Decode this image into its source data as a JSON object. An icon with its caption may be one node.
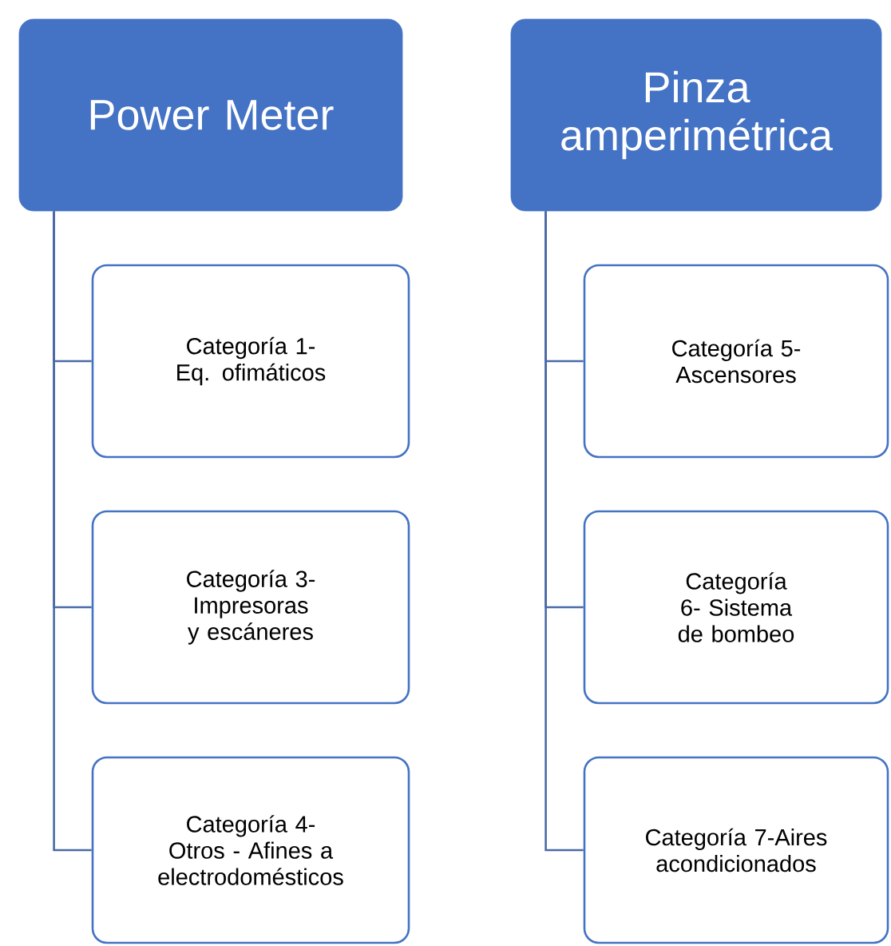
{
  "diagram": {
    "nodes": [
      {
        "text": [
          "Power Meter"
        ]
      },
      {
        "text": [
          "Categoría 1-Eq. ofimáticos"
        ]
      },
      {
        "text": [
          "Categoría 3- Impresoras y escáneres"
        ]
      },
      {
        "text": [
          "Categoría 4-Otros - Afines a electrodomésticos"
        ]
      },
      {
        "text": [
          "Pinza amperimétrica"
        ]
      },
      {
        "text": [
          "Categoría 5- Ascensores"
        ]
      },
      {
        "text": [
          "Categoría 6- Sistema de bombeo"
        ]
      },
      {
        "text": [
          "Categoría 7-Aires acondicionados"
        ]
      }
    ],
    "edges": [
      {
        "from": 0,
        "to": 1,
        "arrow": "none"
      },
      {
        "from": 0,
        "to": 2,
        "arrow": "none"
      },
      {
        "from": 0,
        "to": 3,
        "arrow": "none"
      },
      {
        "from": 4,
        "to": 5,
        "arrow": "none"
      },
      {
        "from": 4,
        "to": 6,
        "arrow": "none"
      },
      {
        "from": 4,
        "to": 7,
        "arrow": "none"
      }
    ]
  }
}
